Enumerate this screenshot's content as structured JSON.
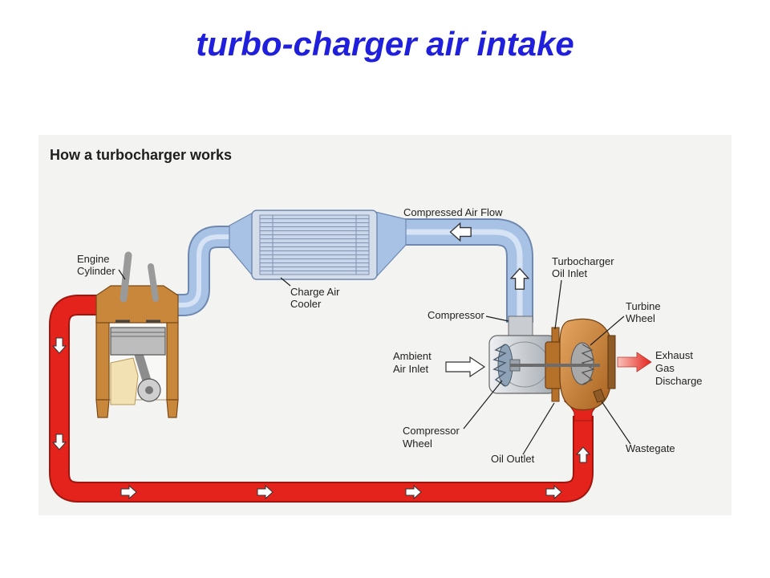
{
  "colors": {
    "title": "#1f1fdc",
    "diagram_bg": "#f3f3f1",
    "label": "#222222",
    "exhaust": "#e4241c",
    "exhaust_edge": "#a0160f",
    "intake": "#a8c2e6",
    "intake_edge": "#6f88b0",
    "engine_block": "#c8873a",
    "turbine": "#c77b2c"
  },
  "slide": {
    "title": "turbo-charger air intake"
  },
  "diagram": {
    "heading": "How a turbocharger works",
    "labels": {
      "compressed_air_flow": "Compressed Air Flow",
      "engine_cylinder": [
        "Engine",
        "Cylinder"
      ],
      "turbocharger_oil_inlet": [
        "Turbocharger",
        "Oil Inlet"
      ],
      "charge_air_cooler": [
        "Charge Air",
        "Cooler"
      ],
      "turbine_wheel": [
        "Turbine",
        "Wheel"
      ],
      "compressor": "Compressor",
      "ambient_air_inlet": [
        "Ambient",
        "Air Inlet"
      ],
      "exhaust_gas_discharge": [
        "Exhaust",
        "Gas",
        "Discharge"
      ],
      "compressor_wheel": [
        "Compressor",
        "Wheel"
      ],
      "oil_outlet": "Oil Outlet",
      "wastegate": "Wastegate"
    }
  }
}
